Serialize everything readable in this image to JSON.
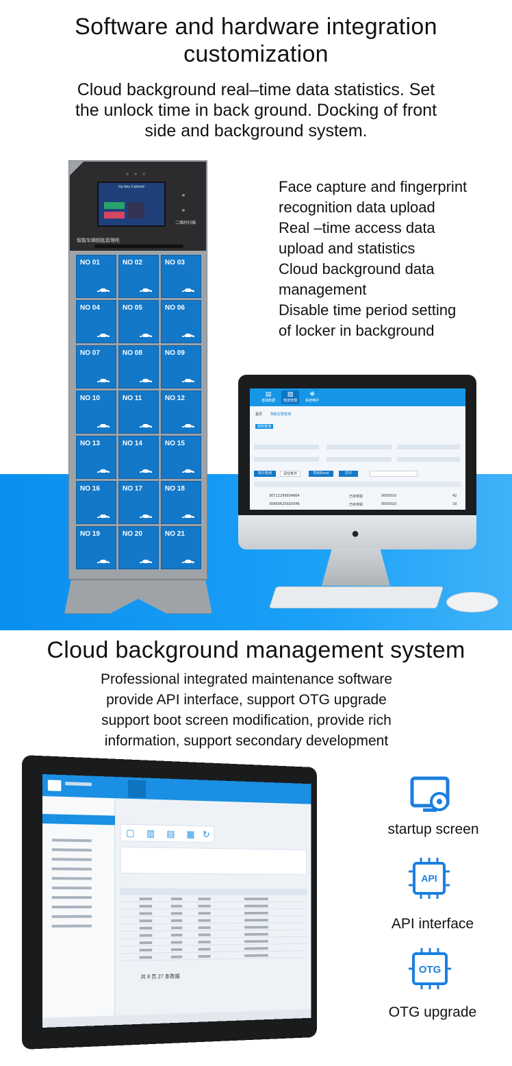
{
  "header": {
    "title_line1": "Software and hardware integration",
    "title_line2": "customization",
    "subtitle_line1": "Cloud background real–time data statistics. Set",
    "subtitle_line2": "the unlock time in back ground. Docking of front",
    "subtitle_line3": "side and background system."
  },
  "features": [
    "Face capture and fingerprint",
    "recognition data upload",
    "Real –time access data",
    "upload and statistics",
    "Cloud background data",
    "management",
    "Disable time period setting",
    "of locker in background"
  ],
  "cabinet": {
    "screen_title": "Up Key Cabinet",
    "label": "智能车辆钥匙管理柜",
    "qr_label": "二维码扫描",
    "doors": [
      "NO 01",
      "NO 02",
      "NO 03",
      "NO 04",
      "NO 05",
      "NO 06",
      "NO 07",
      "NO 08",
      "NO 09",
      "NO 10",
      "NO 11",
      "NO 12",
      "NO 13",
      "NO 14",
      "NO 15",
      "NO 16",
      "NO 17",
      "NO 18",
      "NO 19",
      "NO 20",
      "NO 21"
    ]
  },
  "imac_screen": {
    "nav": [
      "基础数据",
      "物流管理",
      "系统维护"
    ],
    "tabs": [
      "首页",
      "存取记录查询"
    ],
    "section": "资料查询",
    "buttons": [
      "执行查询",
      "清空条件",
      "导出Excel",
      "打印"
    ],
    "rows": [
      {
        "id": "30712299934664",
        "status": "已存未取",
        "device": "0000010",
        "num": "42"
      },
      {
        "id": "30660625920346",
        "status": "已存未取",
        "device": "0000010",
        "num": "19"
      }
    ]
  },
  "section2": {
    "title": "Cloud background management system",
    "desc_line1": "Professional integrated maintenance software",
    "desc_line2": "provide API interface, support OTG upgrade",
    "desc_line3": "support boot screen modification, provide rich",
    "desc_line4": "information, support secondary development"
  },
  "tablet_screen": {
    "pager": "共 8 页 27 条数据"
  },
  "capabilities": [
    {
      "label": "startup screen",
      "icon": "monitor-gear-icon"
    },
    {
      "label": "API interface",
      "icon": "api-chip-icon"
    },
    {
      "label": "OTG upgrade",
      "icon": "otg-chip-icon"
    }
  ],
  "colors": {
    "accent": "#1478c8",
    "band": "#1aa0f7",
    "icon": "#1a7fe0"
  }
}
